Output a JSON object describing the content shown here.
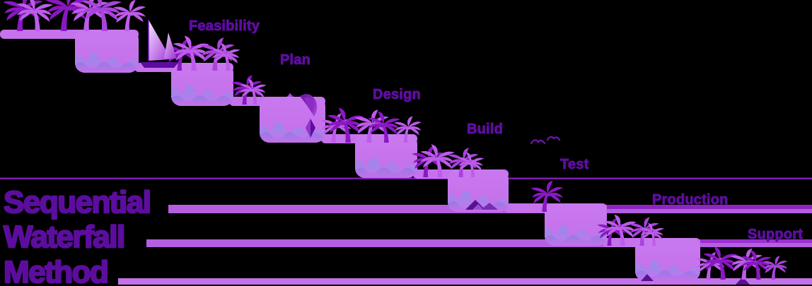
{
  "diagram": {
    "title": {
      "line1": "Sequential",
      "line2": "Waterfall",
      "line3": "Method"
    },
    "steps": [
      {
        "label": "Feasibility"
      },
      {
        "label": "Plan"
      },
      {
        "label": "Design"
      },
      {
        "label": "Build"
      },
      {
        "label": "Test"
      },
      {
        "label": "Production"
      },
      {
        "label": "Support"
      }
    ],
    "decorations": {
      "icons": [
        "palm-tree-icon",
        "sailboat-icon",
        "bird-icon",
        "gem-icon",
        "mountain-icon",
        "wave-icon"
      ]
    },
    "colors": {
      "background": "#000000",
      "title_text": "#5c0d9e",
      "label_text": "#5e0da0",
      "island_fill": "#c572ec",
      "bar_light": "#b55fe0",
      "bar_dark_production": "#8d26c0",
      "bar_dark_support": "#9a2fd0",
      "test_level_line": "#7b1db0",
      "bottom_bar": "#c272e8",
      "palm_dark": "#8a18c2",
      "palm_light": "#bd5cea",
      "palm_mid": "#a843dc",
      "wave_top": "#958ce9",
      "wave_bottom": "#c574ec"
    }
  }
}
